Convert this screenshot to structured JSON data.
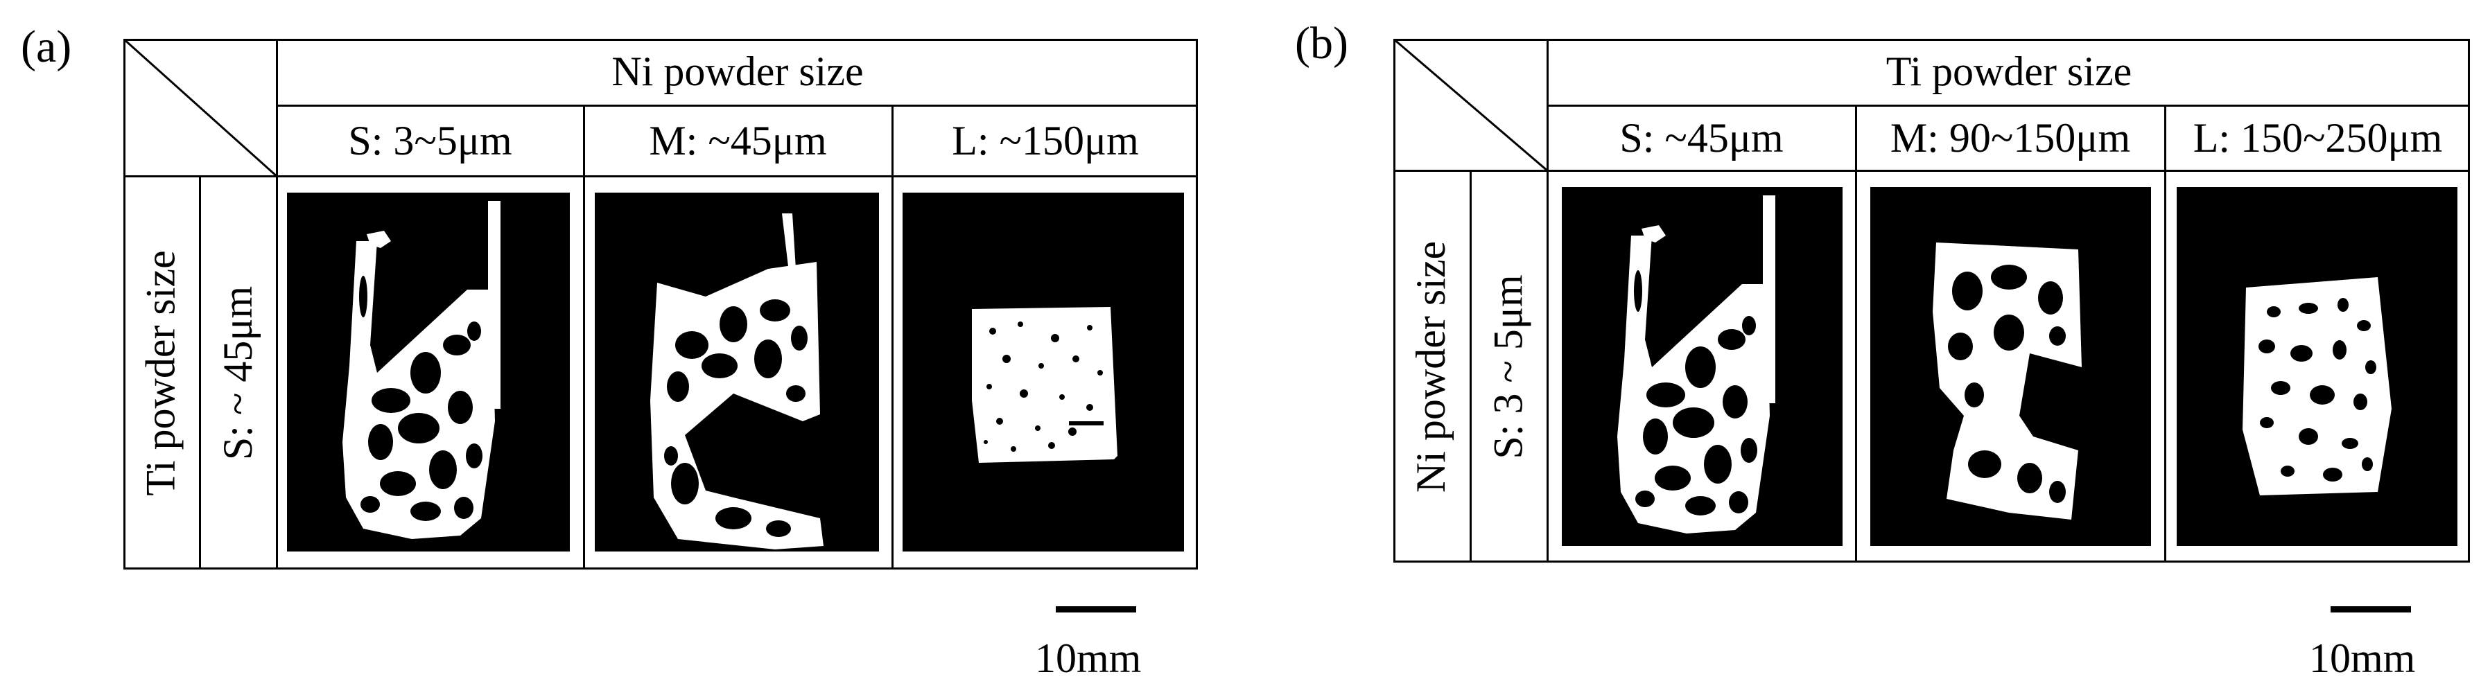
{
  "panels": [
    {
      "label": "(a)",
      "column_group_header": "Ni powder size",
      "columns": [
        "S: 3~5μm",
        "M: ~45μm",
        "L: ~150μm"
      ],
      "row_group_header": "Ti powder size",
      "row": "S: ~ 45μm",
      "scale_label": "10mm",
      "images": [
        "foam-sample-S",
        "foam-sample-M",
        "foam-sample-L"
      ]
    },
    {
      "label": "(b)",
      "column_group_header": "Ti powder size",
      "columns": [
        "S: ~45μm",
        "M: 90~150μm",
        "L: 150~250μm"
      ],
      "row_group_header": "Ni powder size",
      "row": "S: 3 ~ 5μm",
      "scale_label": "10mm",
      "images": [
        "foam-sample-S",
        "foam-sample-M",
        "foam-sample-L"
      ]
    }
  ]
}
